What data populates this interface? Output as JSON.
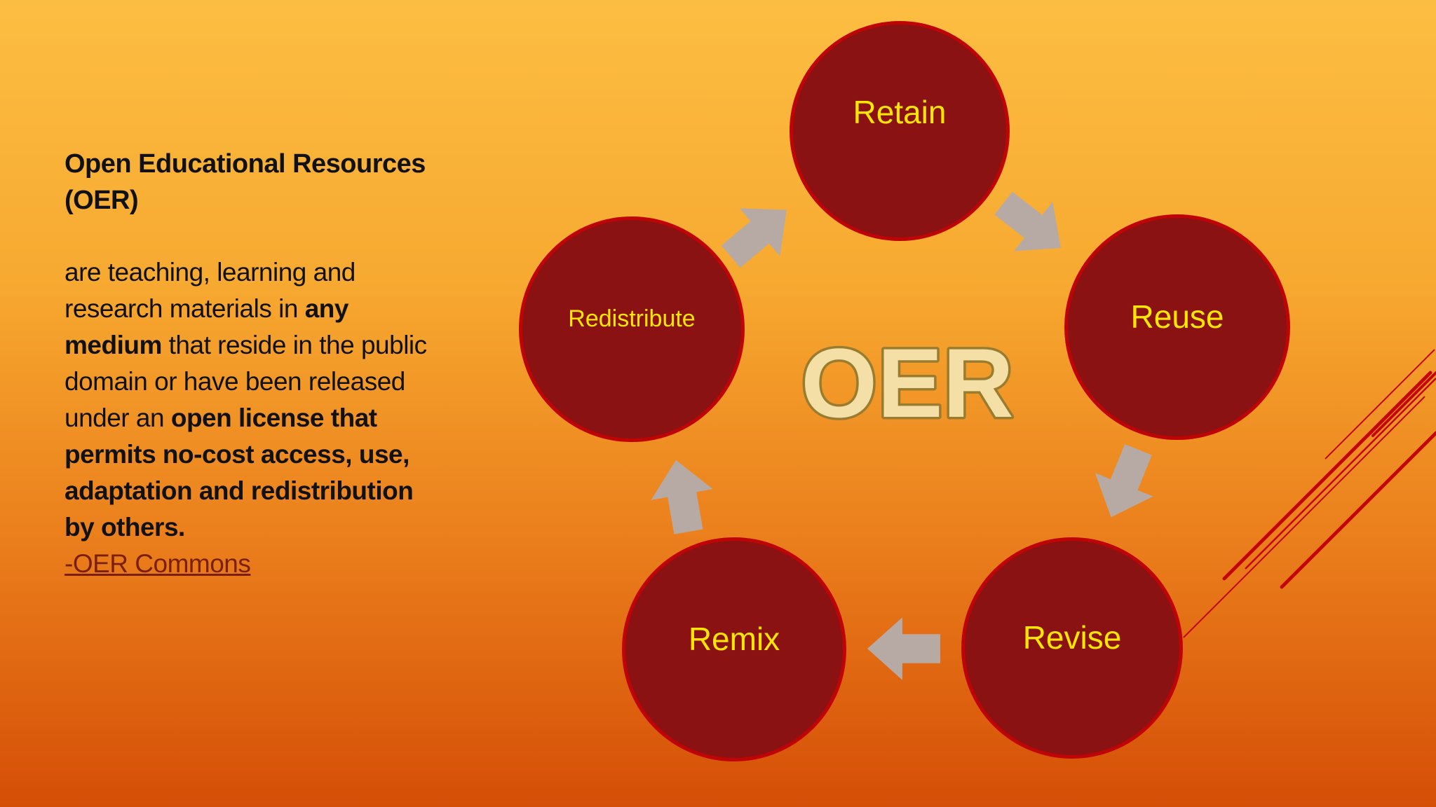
{
  "slide": {
    "title_lines": [
      "Open Educational Resources",
      "(OER)"
    ],
    "definition_lines": [
      [
        {
          "t": "are teaching, learning and",
          "b": false
        }
      ],
      [
        {
          "t": "research materials in ",
          "b": false
        },
        {
          "t": "any",
          "b": true
        }
      ],
      [
        {
          "t": "medium",
          "b": true
        },
        {
          "t": " that reside in the public",
          "b": false
        }
      ],
      [
        {
          "t": "domain or have been released",
          "b": false
        }
      ],
      [
        {
          "t": "under an ",
          "b": false
        },
        {
          "t": "open license that",
          "b": true
        }
      ],
      [
        {
          "t": "permits no-cost access, use,",
          "b": true
        }
      ],
      [
        {
          "t": "adaptation and redistribution",
          "b": true
        }
      ],
      [
        {
          "t": "by others.",
          "b": true
        }
      ]
    ],
    "attribution": "-OER Commons"
  },
  "diagram": {
    "center_label": "OER",
    "nodes": [
      {
        "id": "retain",
        "label": "Retain"
      },
      {
        "id": "reuse",
        "label": "Reuse"
      },
      {
        "id": "revise",
        "label": "Revise"
      },
      {
        "id": "remix",
        "label": "Remix"
      },
      {
        "id": "redistribute",
        "label": "Redistribute"
      }
    ]
  },
  "colors": {
    "background_top": "#FCBE42",
    "background_mid1": "#F7A930",
    "background_mid2": "#EA7D1B",
    "background_bottom": "#D54E07",
    "circle_fill": "#8B1212",
    "circle_border": "#C00404",
    "node_text": "#FFE603",
    "center_text_fill": "#F4E0A6",
    "center_text_outline": "#9A7C30",
    "arrow": "#B7AAA5",
    "body_text": "#111111",
    "attribution_text": "#7A1F0B",
    "accent_lines": "#C40505"
  }
}
